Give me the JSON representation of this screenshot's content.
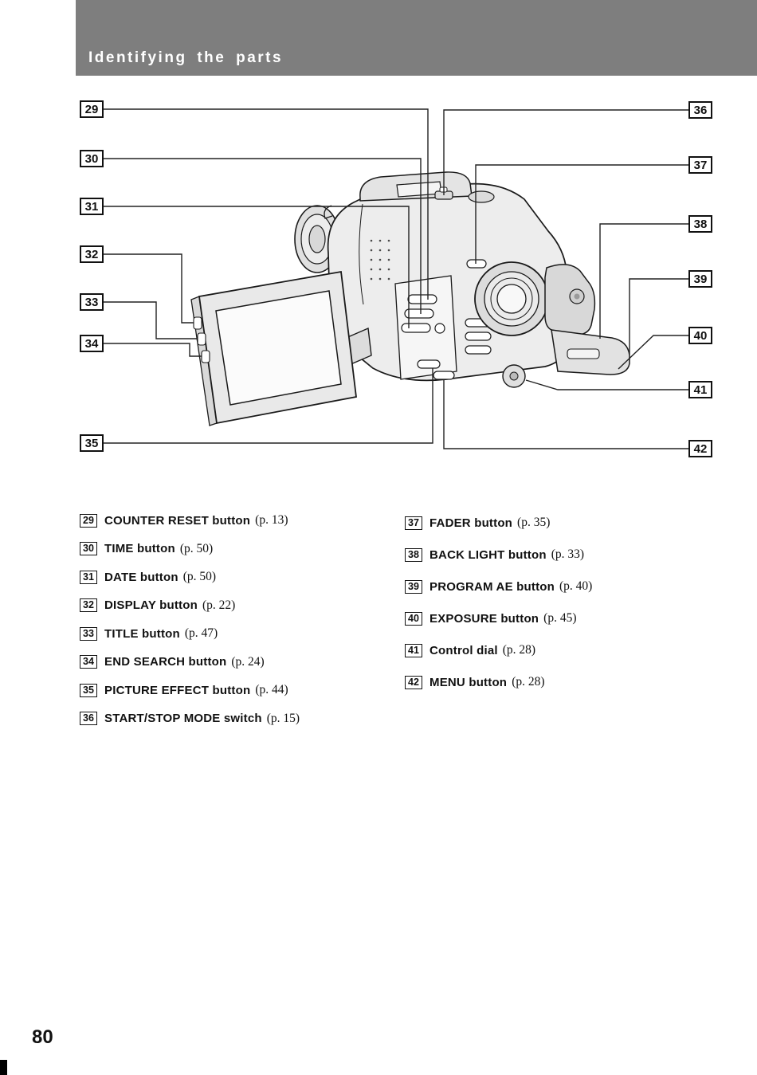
{
  "header": {
    "title": "Identifying the parts"
  },
  "footer": {
    "page_number": "80"
  },
  "callouts": {
    "left": [
      "29",
      "30",
      "31",
      "32",
      "33",
      "34",
      "35"
    ],
    "right": [
      "36",
      "37",
      "38",
      "39",
      "40",
      "41",
      "42"
    ]
  },
  "parts_list": {
    "left_column": [
      {
        "num": "29",
        "label": "COUNTER RESET button",
        "page_ref": "(p. 13)"
      },
      {
        "num": "30",
        "label": "TIME button",
        "page_ref": "(p. 50)"
      },
      {
        "num": "31",
        "label": "DATE button",
        "page_ref": "(p. 50)"
      },
      {
        "num": "32",
        "label": "DISPLAY button",
        "page_ref": "(p. 22)"
      },
      {
        "num": "33",
        "label": "TITLE button",
        "page_ref": "(p. 47)"
      },
      {
        "num": "34",
        "label": "END SEARCH button",
        "page_ref": "(p. 24)"
      },
      {
        "num": "35",
        "label": "PICTURE EFFECT button",
        "page_ref": "(p. 44)"
      },
      {
        "num": "36",
        "label": "START/STOP MODE switch",
        "page_ref": "(p. 15)"
      }
    ],
    "right_column": [
      {
        "num": "37",
        "label": "FADER button",
        "page_ref": "(p. 35)"
      },
      {
        "num": "38",
        "label": "BACK LIGHT button",
        "page_ref": "(p. 33)"
      },
      {
        "num": "39",
        "label": "PROGRAM AE button",
        "page_ref": "(p. 40)"
      },
      {
        "num": "40",
        "label": "EXPOSURE button",
        "page_ref": "(p. 45)"
      },
      {
        "num": "41",
        "label": "Control dial",
        "page_ref": "(p. 28)"
      },
      {
        "num": "42",
        "label": "MENU button",
        "page_ref": "(p. 28)"
      }
    ]
  },
  "colors": {
    "header_bg": "#7e7e7e",
    "header_text": "#ffffff",
    "line": "#1a1a1a"
  }
}
